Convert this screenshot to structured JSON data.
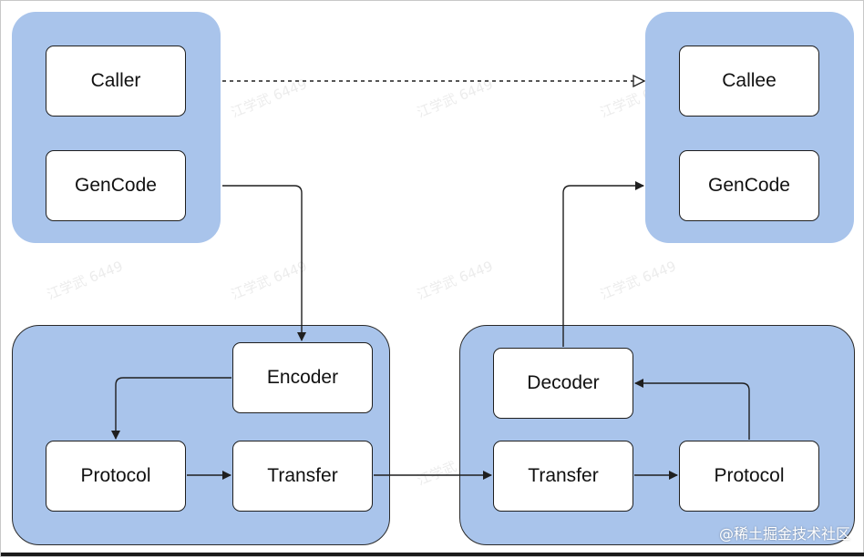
{
  "diagram": {
    "caller_group": {
      "caller": "Caller",
      "gencode": "GenCode"
    },
    "callee_group": {
      "callee": "Callee",
      "gencode": "GenCode"
    },
    "send_group": {
      "encoder": "Encoder",
      "protocol": "Protocol",
      "transfer": "Transfer"
    },
    "receive_group": {
      "decoder": "Decoder",
      "transfer": "Transfer",
      "protocol": "Protocol"
    }
  },
  "watermark": {
    "text": "江学武 6449",
    "source": "@稀土掘金技术社区"
  },
  "colors": {
    "group_fill": "#a9c4eb",
    "node_fill": "#ffffff",
    "stroke": "#1f1f1f"
  }
}
